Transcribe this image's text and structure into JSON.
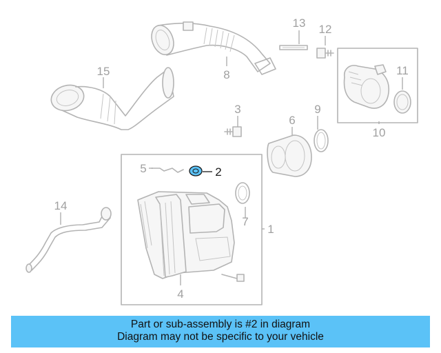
{
  "diagram": {
    "callouts": {
      "c1": "1",
      "c2": "2",
      "c3": "3",
      "c4": "4",
      "c5": "5",
      "c6": "6",
      "c7": "7",
      "c8": "8",
      "c9": "9",
      "c10": "10",
      "c11": "11",
      "c12": "12",
      "c13": "13",
      "c14": "14",
      "c15": "15"
    },
    "highlighted_part": "2",
    "highlight_color": "#5bc2f7",
    "line_color": "#b3b3b3"
  },
  "banner": {
    "line1": "Part or sub-assembly is #2 in diagram",
    "line2": "Diagram may not be specific to your vehicle",
    "background": "#5bc2f7"
  }
}
